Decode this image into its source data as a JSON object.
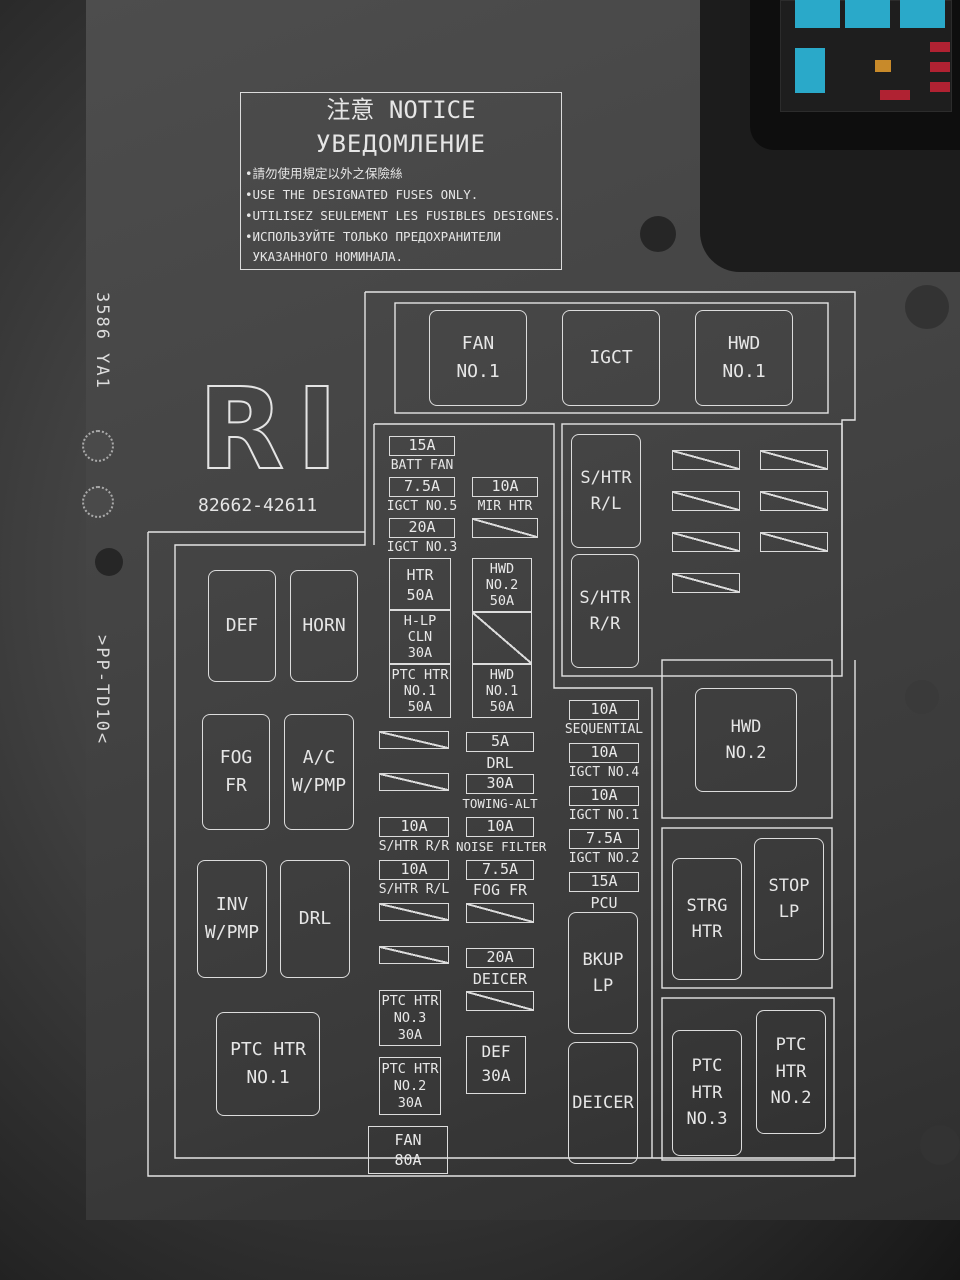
{
  "notice": {
    "title_line1": "注意 NOTICE",
    "title_line2": "УВЕДОМЛЕНИЕ",
    "lines": [
      "•請勿使用規定以外之保險絲",
      "•USE THE DESIGNATED FUSES ONLY.",
      "•UTILISEZ SEULEMENT LES FUSIBLES DESIGNES.",
      "•ИСПОЛЬЗУЙТЕ ТОЛЬКО ПРЕДОХРАНИТЕЛИ",
      " УКАЗАННОГО НОМИНАЛА."
    ]
  },
  "box_code": "RI",
  "part_number": "82662-42611",
  "mold_marks": [
    "3586 YA1",
    ">PP-TD10<"
  ],
  "top_relays": {
    "fan1": [
      "FAN",
      "NO.1"
    ],
    "igct": [
      "IGCT"
    ],
    "hwd1": [
      "HWD",
      "NO.1"
    ]
  },
  "left_relays": {
    "def": [
      "DEF"
    ],
    "horn": [
      "HORN"
    ],
    "fog": [
      "FOG",
      "FR"
    ],
    "ac": [
      "A/C",
      "W/PMP"
    ],
    "inv": [
      "INV",
      "W/PMP"
    ],
    "drl": [
      "DRL"
    ],
    "ptc1": [
      "PTC HTR",
      "NO.1"
    ]
  },
  "col1": {
    "batt_fan_a": "15A",
    "batt_fan": "BATT FAN",
    "igct5_a": "7.5A",
    "igct5": "IGCT NO.5",
    "igct3_a": "20A",
    "igct3": "IGCT NO.3",
    "htr": [
      "HTR",
      "50A"
    ],
    "hlp": [
      "H-LP",
      "CLN",
      "30A"
    ],
    "ptc1": [
      "PTC HTR",
      "NO.1",
      "50A"
    ],
    "shtr_rr_a": "10A",
    "shtr_rr": "S/HTR R/R",
    "shtr_rl_a": "10A",
    "shtr_rl": "S/HTR R/L",
    "ptc3": [
      "PTC HTR",
      "NO.3",
      "30A"
    ],
    "ptc2": [
      "PTC HTR",
      "NO.2",
      "30A"
    ],
    "fan": [
      "FAN",
      "80A"
    ]
  },
  "col2": {
    "mir_htr_a": "10A",
    "mir_htr": "MIR HTR",
    "hwd2": [
      "HWD",
      "NO.2",
      "50A"
    ],
    "hwd1": [
      "HWD",
      "NO.1",
      "50A"
    ],
    "drl_a": "5A",
    "drl": "DRL",
    "towing_a": "30A",
    "towing": "TOWING-ALT",
    "noise_a": "10A",
    "noise": "NOISE FILTER",
    "fog_a": "7.5A",
    "fog": "FOG FR",
    "deicer_a": "20A",
    "deicer": "DEICER",
    "def": [
      "DEF",
      "30A"
    ]
  },
  "col3": {
    "seq_a": "10A",
    "seq": "SEQUENTIAL",
    "igct4_a": "10A",
    "igct4": "IGCT NO.4",
    "igct1_a": "10A",
    "igct1": "IGCT NO.1",
    "igct2_a": "7.5A",
    "igct2": "IGCT NO.2",
    "pcu_a": "15A",
    "pcu": "PCU",
    "bkup": [
      "BKUP",
      "LP"
    ],
    "deicer": [
      "DEICER"
    ]
  },
  "right_relays": {
    "shtr_rl": [
      "S/HTR",
      "R/L"
    ],
    "shtr_rr": [
      "S/HTR",
      "R/R"
    ],
    "hwd2": [
      "HWD",
      "NO.2"
    ],
    "strg": [
      "STRG",
      "HTR"
    ],
    "stop": [
      "STOP",
      "LP"
    ],
    "ptc3": [
      "PTC",
      "HTR",
      "NO.3"
    ],
    "ptc2": [
      "PTC",
      "HTR",
      "NO.2"
    ]
  }
}
